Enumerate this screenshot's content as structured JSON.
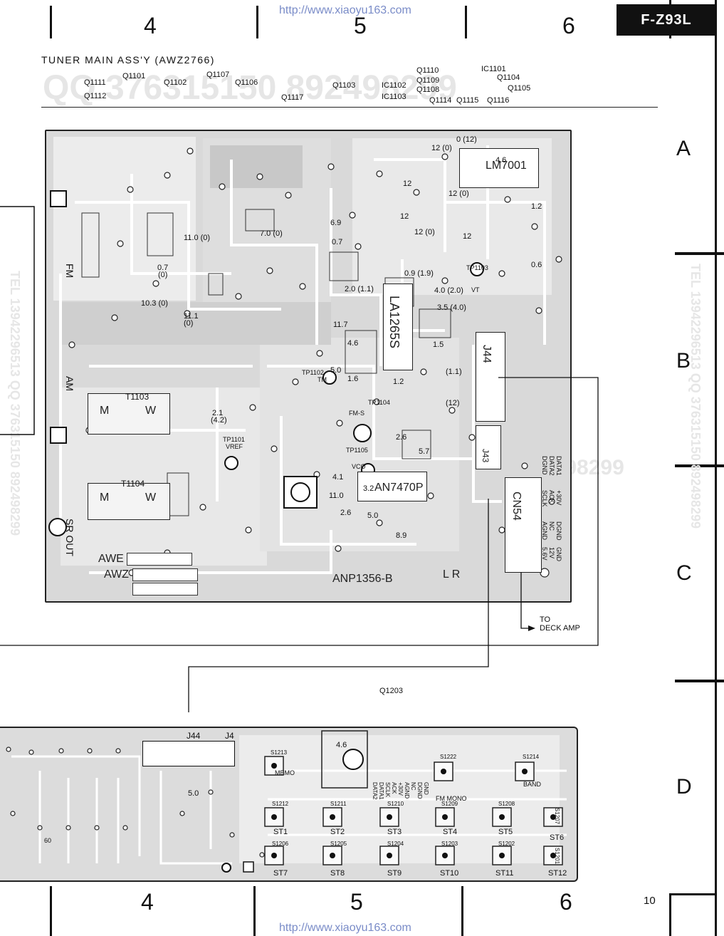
{
  "page": {
    "model": "F-Z93L",
    "page_number": "10",
    "watermark_url": "http://www.xiaoyu163.com",
    "ghost_top": "QQ 376315150  892498299",
    "ghost_side_right": "TEL 13942296513  QQ 376315150  892498299",
    "ghost_side_left": "TEL 13942296513  QQ 376315150  892498299",
    "ghost_mid": "2498299"
  },
  "grid": {
    "columns": [
      "4",
      "5",
      "6"
    ],
    "rows": [
      "A",
      "B",
      "C",
      "D"
    ]
  },
  "assembly": {
    "title": "TUNER MAIN ASS'Y (AWZ2766)",
    "refs": [
      "Q1111",
      "Q1112",
      "Q1101",
      "Q1102",
      "Q1107",
      "Q1106",
      "Q1117",
      "Q1103",
      "IC1102",
      "IC1103",
      "Q1110",
      "Q1109",
      "Q1108",
      "Q1114",
      "Q1115",
      "IC1101",
      "Q1104",
      "Q1116",
      "Q1105"
    ]
  },
  "tuner_board": {
    "board_id": "ANP1356-B",
    "ic_la": "LA1265S",
    "ic_an": "AN7470P",
    "module": "LM7001",
    "connectors": [
      "J44",
      "J43",
      "CN54"
    ],
    "coils": [
      "T1103",
      "T1104"
    ],
    "coil_marks": [
      "M",
      "W",
      "M",
      "W"
    ],
    "ant_labels": [
      "FM",
      "AM"
    ],
    "sr_out": "SR OUT",
    "awe": "AWE",
    "awz": "AWZ",
    "lr": "L  R",
    "test_points": [
      "TP1102",
      "TP1103",
      "TP1104",
      "TP1105",
      "TP1101",
      "VREF",
      "FM-S",
      "VCO",
      "VT",
      "TM"
    ],
    "cn54_pins": [
      "DGND",
      "DATA2",
      "DATA1",
      "SCLK",
      "ACK",
      "+30V",
      "AGND",
      "NC",
      "DGND",
      "5.6V",
      "12V",
      "GND"
    ],
    "voltages": [
      "11.0 (0)",
      "7.0 (0)",
      "0.7",
      "(0)",
      "10.3 (0)",
      "11.1",
      "(0)",
      "6.9",
      "0.7",
      "2.0 (1.1)",
      "0.9 (1.9)",
      "4.0 (2.0)",
      "3.5 (4.0)",
      "11.7",
      "4.6",
      "5.0",
      "1.6",
      "1.2",
      "2.1",
      "(4.2)",
      "2.6",
      "5.7",
      "3.2",
      "4.1",
      "11.0",
      "2.6",
      "5.0",
      "8.9",
      "0 (12)",
      "12 (0)",
      "12",
      "12",
      "12 (0)",
      "12",
      "1.2",
      "0.6",
      "4.6",
      "12 (0)",
      "(12)",
      "1.5",
      "(1.1)"
    ]
  },
  "to_deck": "TO\nDECK AMP",
  "lower": {
    "ref": "Q1203",
    "connector": "J44",
    "connector_end": "J4",
    "voltages": [
      "4.6",
      "5.0"
    ],
    "memo": "MEMO",
    "buttons_top": [
      "FM MONO",
      "BAND"
    ],
    "buttons_row1": [
      "ST1",
      "ST2",
      "ST3",
      "ST4",
      "ST5",
      "ST6"
    ],
    "buttons_row2": [
      "ST7",
      "ST8",
      "ST9",
      "ST10",
      "ST11",
      "ST12"
    ],
    "switch_refs_row1": [
      "S1212",
      "S1211",
      "S1210",
      "S1209",
      "S1208",
      "S1207"
    ],
    "switch_refs_row2": [
      "S1206",
      "S1205",
      "S1204",
      "S1203",
      "S1202",
      "S1201"
    ],
    "switch_refs_top": [
      "S1213",
      "S1222",
      "S1214"
    ],
    "cn_labels": [
      "DATA2",
      "DATA1",
      "SCLK",
      "ACK",
      "+30V",
      "AGND",
      "NC",
      "DGND",
      "GND"
    ],
    "row_num": "60"
  }
}
